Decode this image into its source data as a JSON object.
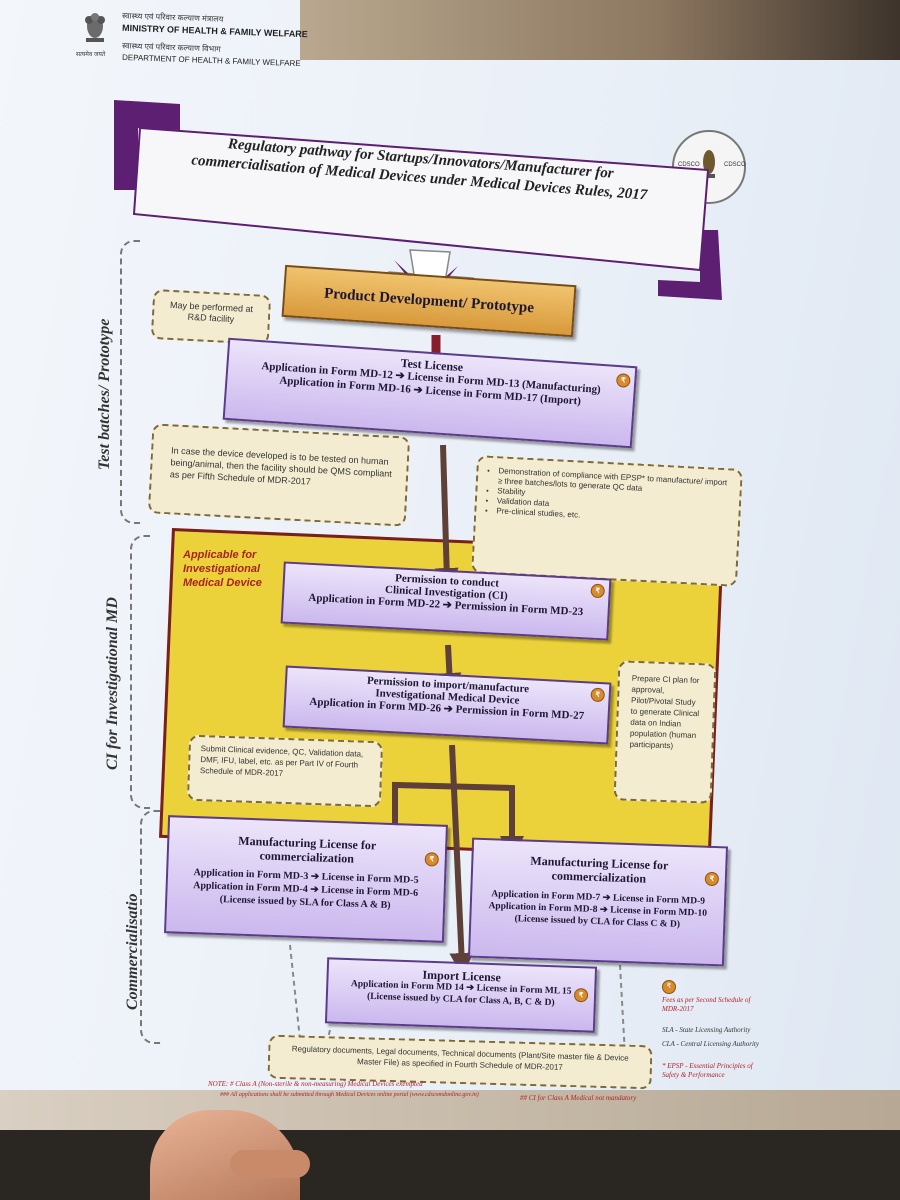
{
  "header": {
    "line1": "स्वास्थ्य एवं परिवार कल्याण मंत्रालय",
    "ministry": "MINISTRY OF HEALTH & FAMILY WELFARE",
    "line3": "स्वास्थ्य एवं परिवार कल्याण विभाग",
    "department": "DEPARTMENT OF HEALTH & FAMILY WELFARE",
    "emblem_caption": "सत्यमेव जयते",
    "seal_text_left": "CDSCO",
    "seal_text_right": "CDSCO"
  },
  "title": {
    "line1": "Regulatory pathway for Startups/Innovators/Manufacturer for",
    "line2": "commercialisation of Medical Devices under Medical Devices Rules, 2017"
  },
  "sections": {
    "test_batches": "Test batches/ Prototype",
    "ci": "CI for Investigational MD",
    "commercialisation": "Commercialisatio"
  },
  "product_dev": {
    "label": "Product Development/ Prototype",
    "note": "May be performed at R&D facility"
  },
  "test_license": {
    "title": "Test License",
    "line1": "Application in Form MD-12 ➔ License in Form MD-13 (Manufacturing)",
    "line2": "Application in Form MD-16 ➔ License in Form MD-17 (Import)"
  },
  "note_qms": "In case the device developed is to be tested on human being/animal, then the facility should be QMS compliant as per Fifth Schedule of MDR-2017",
  "note_epsp": {
    "items": [
      "Demonstration of compliance with EPSP* to manufacture/ import ≥ three batches/lots to generate QC data",
      "Stability",
      "Validation data",
      "Pre-clinical studies, etc."
    ]
  },
  "investigational": {
    "label": "Applicable for Investigational Medical Device",
    "ci_title1": "Permission to conduct",
    "ci_title2": "Clinical Investigation (CI)",
    "ci_line": "Application in Form MD-22 ➔ Permission in Form MD-23",
    "imp_title1": "Permission to import/manufacture",
    "imp_title2": "Investigational Medical Device",
    "imp_line": "Application in Form MD-26 ➔ Permission in Form MD-27",
    "note_plan": "Prepare CI plan for approval, Pilot/Pivotal Study to generate Clinical data on Indian population (human participants)",
    "note_evidence": "Submit Clinical evidence, QC, Validation data, DMF, IFU, label, etc. as per Part IV of Fourth Schedule of MDR-2017"
  },
  "mfg_ab": {
    "title": "Manufacturing License for commercialization",
    "line1": "Application in Form MD-3 ➔ License in Form MD-5",
    "line2": "Application in Form MD-4 ➔ License in Form MD-6",
    "line3": "(License issued by SLA for Class A & B)"
  },
  "mfg_cd": {
    "title": "Manufacturing License for commercialization",
    "line1": "Application in Form MD-7 ➔ License in Form MD-9",
    "line2": "Application in Form MD-8 ➔ License in Form MD-10",
    "line3": "(License issued by CLA for Class C & D)"
  },
  "import_license": {
    "title": "Import License",
    "line1": "Application in Form MD 14 ➔ License in Form ML 15",
    "line2": "(License issued by CLA for Class A, B, C & D)"
  },
  "note_docs": "Regulatory documents, Legal documents, Technical documents (Plant/Site master file & Device Master File) as specified in Fourth Schedule of MDR-2017",
  "legend": {
    "fees": "Fees as per Second Schedule of MDR-2017",
    "sla": "SLA - State Licensing Authority",
    "cla": "CLA - Central Licensing Authority",
    "epsp": "* EPSP - Essential Principles of Safety & Performance"
  },
  "footnotes": {
    "note1": "NOTE: # Class A (Non-sterile & non-measuring) Medical Devices exempted",
    "note2": "## CI for Class A Medical not mandatory",
    "note3": "### All applications shall be submitted through Medical Devices online portal (www.cdscomdonline.gov.in)"
  },
  "colors": {
    "purple": "#5c3b8c",
    "yellow": "#ecd23a",
    "gold": "#e1a94f",
    "arrow": "#5e4039"
  }
}
